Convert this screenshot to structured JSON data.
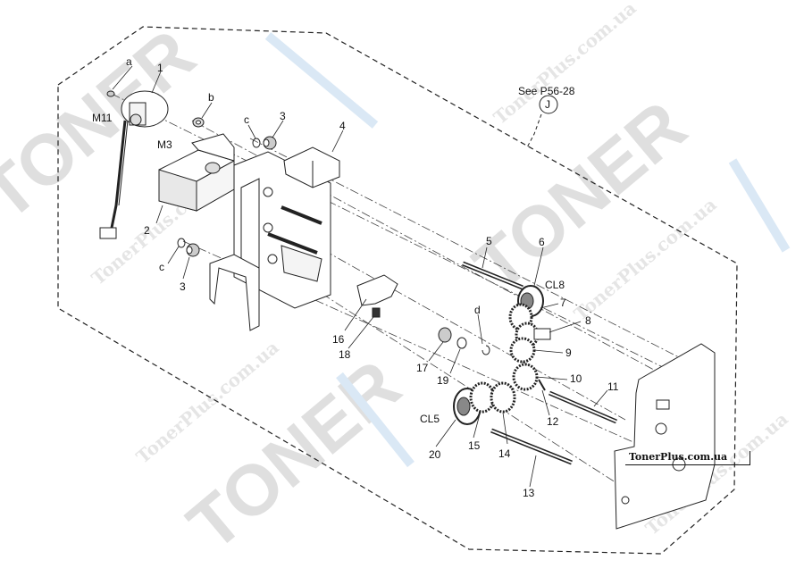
{
  "watermark": {
    "big": "TONER",
    "site": "TonerPlus.com.ua"
  },
  "credit": "TonerPlus.com.ua",
  "reference": {
    "see_text": "See P56-28",
    "circle_letter": "J"
  },
  "labels": {
    "a": "a",
    "b": "b",
    "c1": "c",
    "c2": "c",
    "d": "d",
    "m11": "M11",
    "m3": "M3",
    "cl8": "CL8",
    "cl5": "CL5",
    "n1": "1",
    "n2": "2",
    "n3a": "3",
    "n3b": "3",
    "n4": "4",
    "n5": "5",
    "n6": "6",
    "n7": "7",
    "n8": "8",
    "n9": "9",
    "n10": "10",
    "n11": "11",
    "n12": "12",
    "n13": "13",
    "n14": "14",
    "n15": "15",
    "n16": "16",
    "n17": "17",
    "n18": "18",
    "n19": "19",
    "n20": "20"
  }
}
